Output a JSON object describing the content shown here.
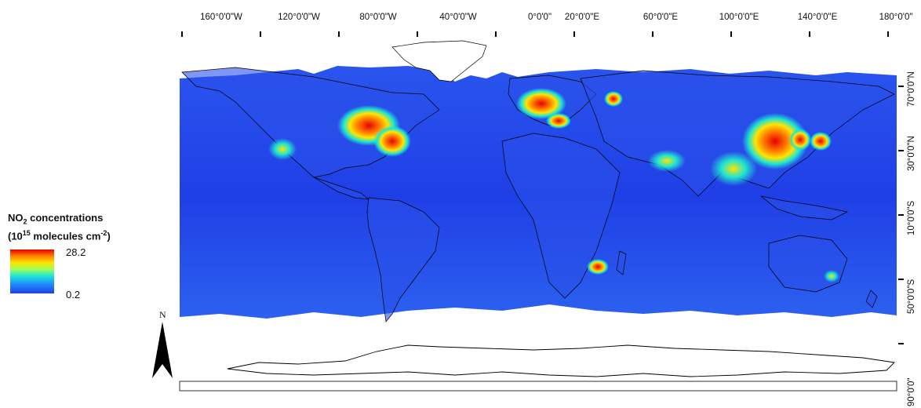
{
  "map": {
    "lon_ticks": [
      "160°0'0\"W",
      "120°0'0\"W",
      "80°0'0\"W",
      "40°0'0\"W",
      "0°0'0\"",
      "20°0'0\"E",
      "60°0'0\"E",
      "100°0'0\"E",
      "140°0'0\"E",
      "180°0'0\""
    ],
    "lat_ticks": [
      "70°0'0\"N",
      "30°0'0\"N",
      "10°0'0\"S",
      "50°0'0\"S",
      "90°0'0\""
    ],
    "north_label": "N",
    "colors": {
      "ocean_base": "#1f3fe6",
      "ocean_light": "#2d64f0",
      "no_data": "#ffffff",
      "low": "#1f3fe6",
      "mid_low": "#1fe6d2",
      "mid": "#ffe400",
      "mid_high": "#ff7a00",
      "high": "#e60000",
      "border": "#000000"
    }
  },
  "legend": {
    "title_line1_pre": "NO",
    "title_line1_sub": "2",
    "title_line1_post": " concentrations",
    "title_line2_pre": "(10",
    "title_line2_sup1": "15",
    "title_line2_mid": " molecules cm",
    "title_line2_sup2": "-2",
    "title_line2_post": ")",
    "max_value": "28.2",
    "min_value": "0.2"
  }
}
